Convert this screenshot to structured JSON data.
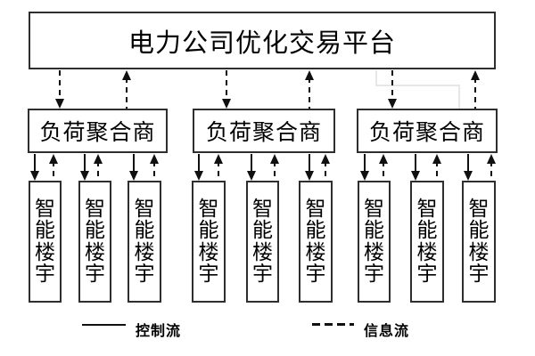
{
  "diagram": {
    "platform": {
      "label": "电力公司优化交易平台"
    },
    "aggregators": [
      {
        "label": "负荷聚合商"
      },
      {
        "label": "负荷聚合商"
      },
      {
        "label": "负荷聚合商"
      }
    ],
    "buildings": [
      {
        "label": "智能楼宇"
      },
      {
        "label": "智能楼宇"
      },
      {
        "label": "智能楼宇"
      },
      {
        "label": "智能楼宇"
      },
      {
        "label": "智能楼宇"
      },
      {
        "label": "智能楼宇"
      },
      {
        "label": "智能楼宇"
      },
      {
        "label": "智能楼宇"
      },
      {
        "label": "智能楼宇"
      }
    ],
    "legend": [
      {
        "label": "控制流",
        "line_style": "solid"
      },
      {
        "label": "信息流",
        "line_style": "dashed"
      }
    ],
    "colors": {
      "background": "#ffffff",
      "box_border": "#2e2e2e",
      "arrow": "#101010",
      "artifact_line": "#e7e7e7"
    }
  }
}
